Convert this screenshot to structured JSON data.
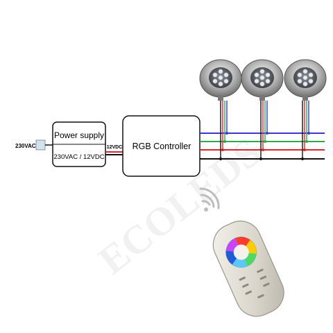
{
  "input": {
    "label": "230VAC"
  },
  "power_supply": {
    "title": "Power supply",
    "rating": "230VAC / 12VDC"
  },
  "link": {
    "label": "12VDC"
  },
  "controller": {
    "title": "RGB Controller"
  },
  "lamps": [
    {
      "name": "led-lamp-1"
    },
    {
      "name": "led-lamp-2"
    },
    {
      "name": "led-lamp-3"
    }
  ],
  "remote": {
    "name": "touch-remote"
  },
  "watermark": {
    "text": "ECOLEDS"
  },
  "colors": {
    "wire_blue": "#3a3ad0",
    "wire_green": "#2fa84a",
    "wire_red": "#d8262e",
    "wire_black": "#111111"
  }
}
